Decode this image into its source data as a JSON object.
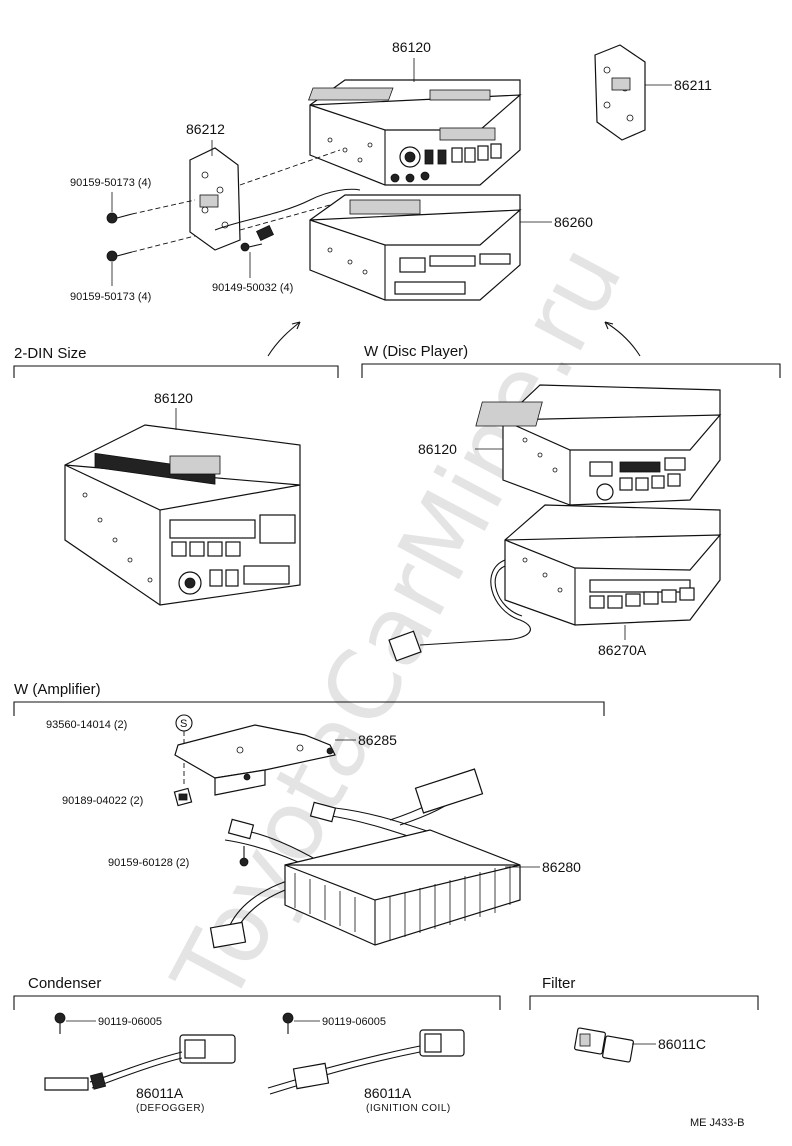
{
  "watermark": "ToyotaCarMine.ru",
  "sections": {
    "din2": "2-DIN Size",
    "disc": "W (Disc Player)",
    "amp": "W (Amplifier)",
    "condenser": "Condenser",
    "filter": "Filter"
  },
  "parts": {
    "p86120_top": "86120",
    "p86211": "86211",
    "p86212": "86212",
    "p86260": "86260",
    "b90159_50173_a": "90159-50173 (4)",
    "b90159_50173_b": "90159-50173 (4)",
    "b90149_50032": "90149-50032 (4)",
    "p86120_din": "86120",
    "p86120_disc": "86120",
    "p86270A": "86270A",
    "n93560": "93560-14014 (2)",
    "s_mark": "S",
    "p86285": "86285",
    "b90189": "90189-04022 (2)",
    "b90159_60128": "90159-60128 (2)",
    "p86280": "86280",
    "b90119_a": "90119-06005",
    "b90119_b": "90119-06005",
    "p86011A_a": "86011A",
    "note_defogger": "(DEFOGGER)",
    "p86011A_b": "86011A",
    "note_ignition": "(IGNITION COIL)",
    "p86011C": "86011C"
  },
  "footer": {
    "code": "ME  J433-B"
  }
}
